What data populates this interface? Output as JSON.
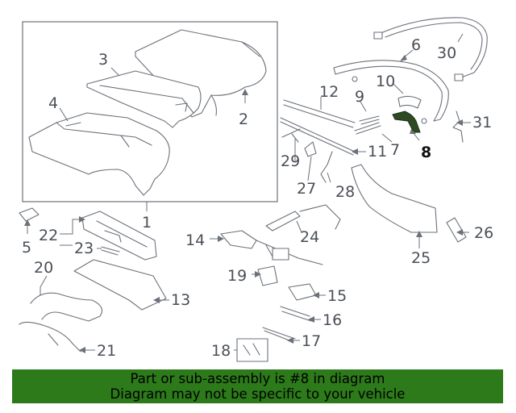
{
  "highlight_color": "#2d7a1a",
  "highlighted_part": "8",
  "labels": {
    "n1": "1",
    "n2": "2",
    "n3": "3",
    "n4": "4",
    "n5": "5",
    "n6": "6",
    "n7": "7",
    "n8": "8",
    "n9": "9",
    "n10": "10",
    "n11": "11",
    "n12": "12",
    "n13": "13",
    "n14": "14",
    "n15": "15",
    "n16": "16",
    "n17": "17",
    "n18": "18",
    "n19": "19",
    "n20": "20",
    "n21": "21",
    "n22": "22",
    "n23": "23",
    "n24": "24",
    "n25": "25",
    "n26": "26",
    "n27": "27",
    "n28": "28",
    "n29": "29",
    "n30": "30",
    "n31": "31"
  },
  "banner": {
    "line1": "Part or sub-assembly is #8 in diagram",
    "line2": "Diagram may not be specific to your vehicle"
  }
}
